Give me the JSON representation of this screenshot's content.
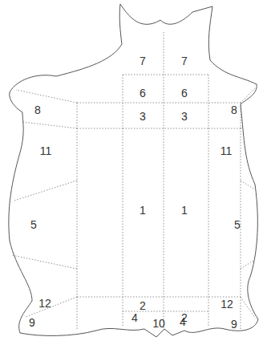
{
  "diagram": {
    "labels": [
      "7",
      "7",
      "6",
      "6",
      "8",
      "8",
      "3",
      "3",
      "11",
      "11",
      "5",
      "1",
      "1",
      "5",
      "12",
      "2",
      "2",
      "12",
      "4",
      "10",
      "4",
      "9",
      "9"
    ]
  }
}
